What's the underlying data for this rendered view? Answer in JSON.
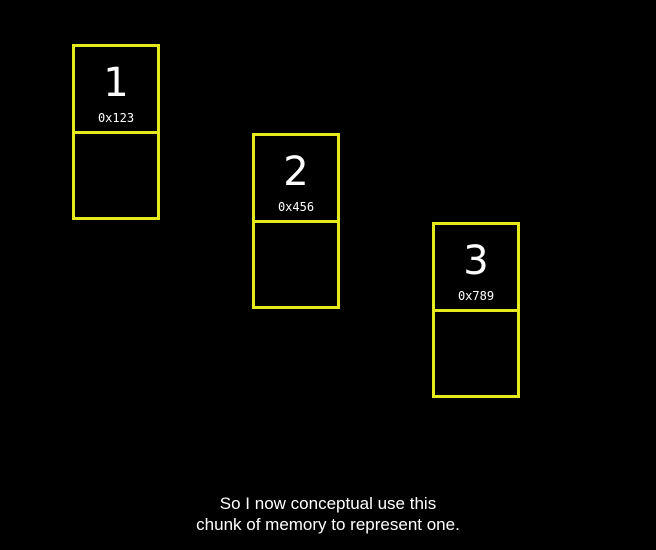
{
  "nodes": [
    {
      "value": "1",
      "address": "0x123"
    },
    {
      "value": "2",
      "address": "0x456"
    },
    {
      "value": "3",
      "address": "0x789"
    }
  ],
  "caption": {
    "line1": "So I now conceptual use this",
    "line2": "chunk of memory to represent one."
  },
  "colors": {
    "background": "#000000",
    "box_outline": "#e6ea1c",
    "text": "#ffffff"
  }
}
